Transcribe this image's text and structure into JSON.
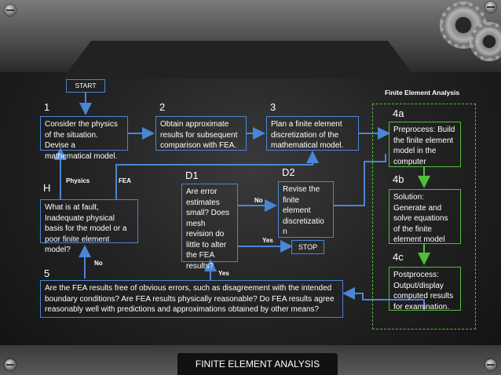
{
  "diagram": {
    "panel_title": "Finite Element Analysis",
    "footer_title": "FINITE ELEMENT ANALYSIS",
    "start_label": "START",
    "stop_label": "STOP",
    "steps": {
      "s1": {
        "number": "1",
        "text": "Consider the physics of the situation. Devise a mathematical model."
      },
      "s2": {
        "number": "2",
        "text": "Obtain approximate results for subsequent comparison with FEA."
      },
      "s3": {
        "number": "3",
        "text": "Plan a finite element discretization of the mathematical model."
      },
      "s4a": {
        "number": "4a",
        "text": "Preprocess: Build the finite element model in the computer"
      },
      "s4b": {
        "number": "4b",
        "text": "Solution: Generate and solve equations of the finite element model"
      },
      "s4c": {
        "number": "4c",
        "text": "Postprocess: Output/display computed results for examination."
      },
      "d1": {
        "number": "D1",
        "text": "Are error estimates small? Does mesh revision do little to alter the FEA results?"
      },
      "d2": {
        "number": "D2",
        "text": "Revise the finite element discretizatio n"
      },
      "h": {
        "number": "H",
        "text": "What is at fault, Inadequate physical basis for the model or a poor finite element model?"
      },
      "s5": {
        "number": "5",
        "text": "Are the FEA results free of obvious errors, such as disagreement with the intended boundary conditions? Are FEA results physically reasonable? Do FEA results agree reasonably well with predictions and approximations obtained by other means?"
      }
    },
    "edge_labels": {
      "physics": "Physics",
      "fea": "FEA",
      "d1_no": "No",
      "d1_yes": "Yes",
      "s5_no": "No",
      "s5_yes": "Yes"
    },
    "colors": {
      "blue": "#4a86d6",
      "green": "#4fbf3a"
    }
  }
}
